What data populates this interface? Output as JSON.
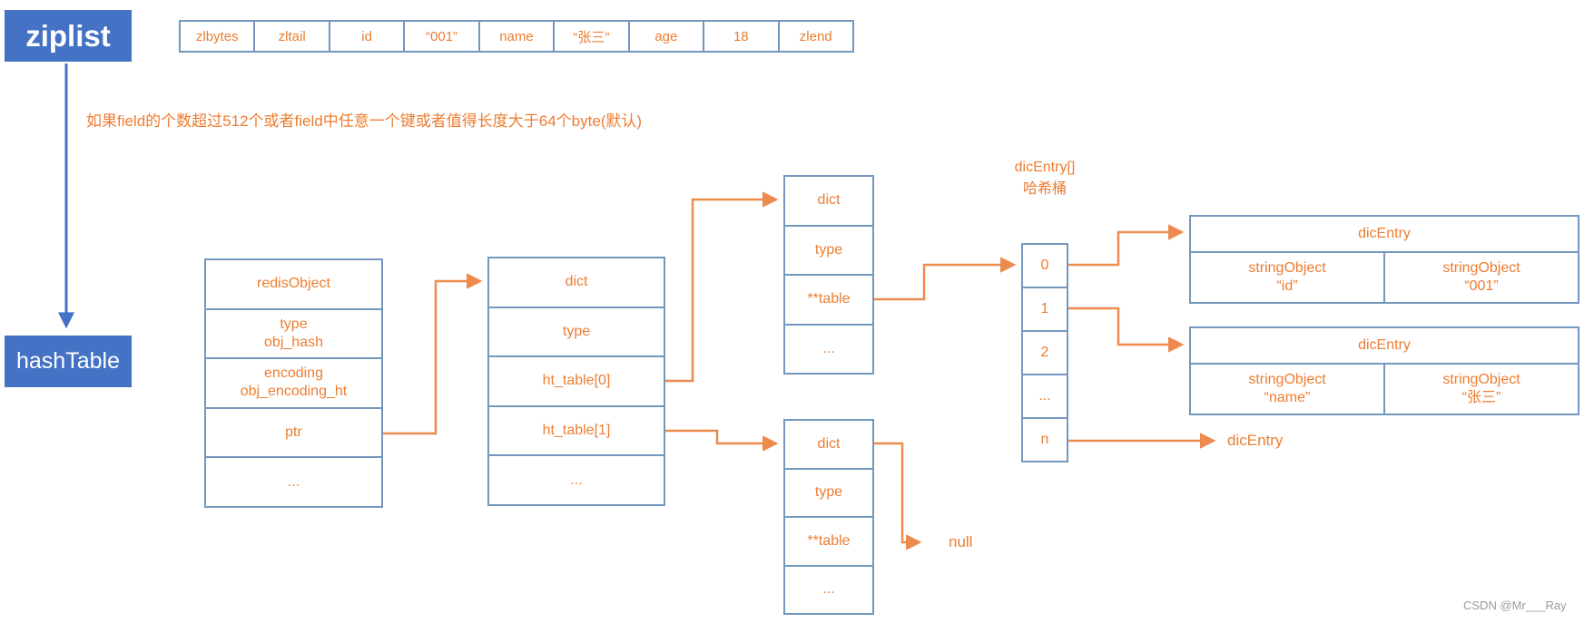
{
  "colors": {
    "accent_orange": "#ED7D31",
    "arrow_orange": "#ED8B4F",
    "box_blue": "#4472C4",
    "border_blue": "#7397BE",
    "watermark_gray": "#9B9B9B"
  },
  "labels": {
    "ziplist": "ziplist",
    "hashtable": "hashTable",
    "condition": "如果field的个数超过512个或者field中任意一个键或者值得长度大于64个byte(默认)",
    "bucket_title_line1": "dicEntry[]",
    "bucket_title_line2": "哈希桶",
    "null_label": "null",
    "dicentry_pointer_label": "dicEntry",
    "watermark": "CSDN @Mr___Ray"
  },
  "ziplist_row": {
    "cells": [
      "zlbytes",
      "zltail",
      "id",
      "“001”",
      "name",
      "“张三”",
      "age",
      "18",
      "zlend"
    ]
  },
  "tables": {
    "redis_object": {
      "rows": [
        "redisObject",
        "type\nobj_hash",
        "encoding\nobj_encoding_ht",
        "ptr",
        "..."
      ]
    },
    "dict_main": {
      "rows": [
        "dict",
        "type",
        "ht_table[0]",
        "ht_table[1]",
        "..."
      ]
    },
    "dict_top": {
      "rows": [
        "dict",
        "type",
        "**table",
        "..."
      ]
    },
    "dict_bottom": {
      "rows": [
        "dict",
        "type",
        "**table",
        "..."
      ]
    },
    "hash_bucket": {
      "cells": [
        "0",
        "1",
        "2",
        "...",
        "n"
      ]
    },
    "dic_entry_1": {
      "header": "dicEntry",
      "key": "stringObject\n“id”",
      "value": "stringObject\n“001”"
    },
    "dic_entry_2": {
      "header": "dicEntry",
      "key": "stringObject\n“name”",
      "value": "stringObject\n“张三”"
    }
  }
}
